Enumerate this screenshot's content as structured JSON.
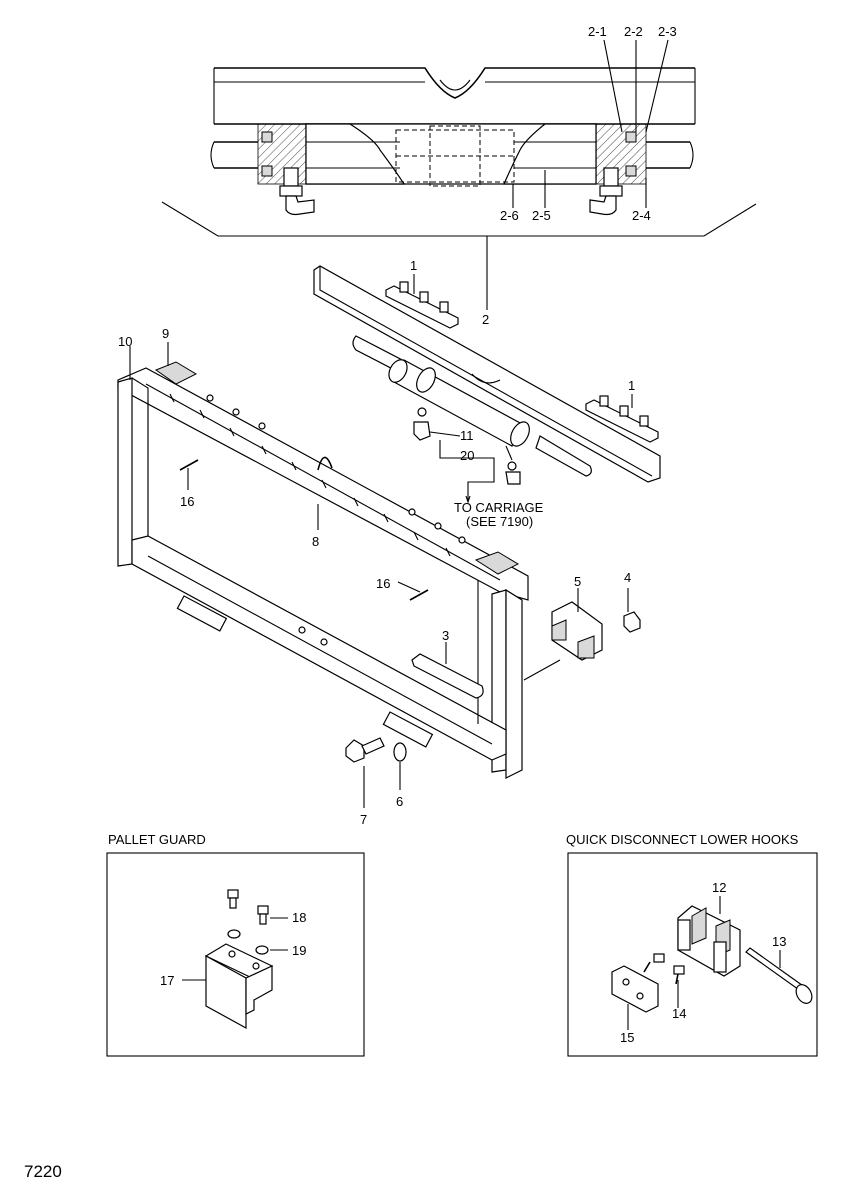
{
  "page": {
    "number": "7220"
  },
  "callouts": {
    "c2_1": "2-1",
    "c2_2": "2-2",
    "c2_3": "2-3",
    "c2_4": "2-4",
    "c2_5": "2-5",
    "c2_6": "2-6",
    "c1a": "1",
    "c1b": "1",
    "c2": "2",
    "c3": "3",
    "c4": "4",
    "c5": "5",
    "c6": "6",
    "c7": "7",
    "c8": "8",
    "c9": "9",
    "c10": "10",
    "c11": "11",
    "c20": "20",
    "c16a": "16",
    "c16b": "16",
    "c12": "12",
    "c13": "13",
    "c14": "14",
    "c15": "15",
    "c17": "17",
    "c18": "18",
    "c19": "19"
  },
  "notes": {
    "to_carriage_1": "TO  CARRIAGE",
    "to_carriage_2": "(SEE 7190)"
  },
  "insets": {
    "pallet_guard": {
      "title": "PALLET GUARD"
    },
    "quick_disconnect": {
      "title": "QUICK DISCONNECT LOWER HOOKS"
    }
  }
}
